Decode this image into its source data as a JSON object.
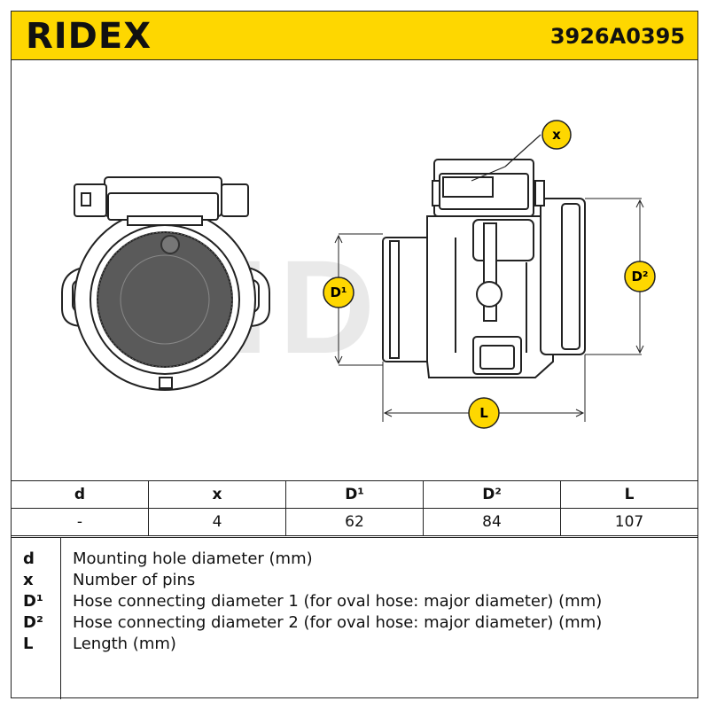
{
  "header": {
    "brand": "RIDEX",
    "part_number": "3926A0395"
  },
  "diagram": {
    "labels": {
      "x": "x",
      "d1": "D¹",
      "d2": "D²",
      "l": "L"
    },
    "colors": {
      "badge": "#fed700",
      "line": "#222222",
      "watermark": "#e6e6e6"
    },
    "watermark": "RIDEX"
  },
  "table": {
    "headers": [
      "d",
      "x",
      "D¹",
      "D²",
      "L"
    ],
    "values": [
      "-",
      "4",
      "62",
      "84",
      "107"
    ]
  },
  "legend": [
    {
      "symbol": "d",
      "text": "Mounting hole diameter (mm)"
    },
    {
      "symbol": "x",
      "text": "Number of pins"
    },
    {
      "symbol": "D¹",
      "text": "Hose connecting diameter 1 (for oval hose: major diameter) (mm)"
    },
    {
      "symbol": "D²",
      "text": "Hose connecting diameter 2 (for oval hose: major diameter) (mm)"
    },
    {
      "symbol": "L",
      "text": "Length (mm)"
    }
  ]
}
